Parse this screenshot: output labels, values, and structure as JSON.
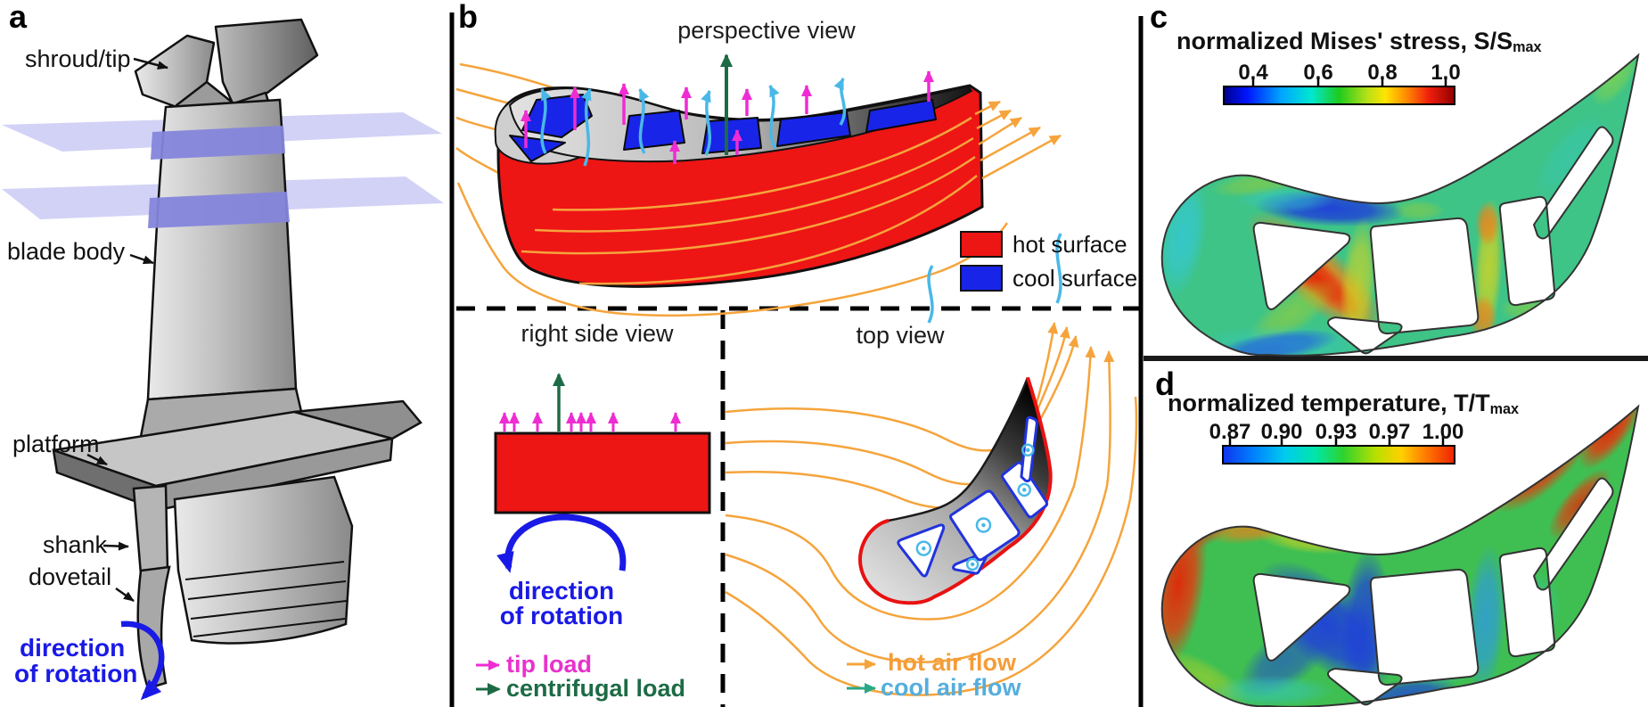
{
  "figure": {
    "panel_a": {
      "label": "a",
      "callout_shroud": "shroud/tip",
      "callout_blade_body": "blade body",
      "callout_platform": "platform",
      "callout_shank": "shank",
      "callout_dovetail": "dovetail",
      "rotation_line1": "direction",
      "rotation_line2": "of rotation"
    },
    "panel_b": {
      "label": "b",
      "view_perspective": "perspective view",
      "view_right_side": "right side view",
      "view_top": "top view",
      "legend_hot_surface": "hot surface",
      "legend_cool_surface": "cool surface",
      "rotation_line1": "direction",
      "rotation_line2": "of rotation",
      "legend_tip_load": "tip load",
      "legend_centrifugal_load": "centrifugal load",
      "legend_hot_air_flow": "hot air flow",
      "legend_cool_air_flow": "cool air flow"
    },
    "panel_c": {
      "label": "c",
      "title": "normalized Mises' stress, S/S",
      "title_sub": "max",
      "ticks": [
        "0.4",
        "0.6",
        "0.8",
        "1.0"
      ]
    },
    "panel_d": {
      "label": "d",
      "title": "normalized temperature, T/T",
      "title_sub": "max",
      "ticks": [
        "0.87",
        "0.90",
        "0.93",
        "0.97",
        "1.00"
      ]
    }
  },
  "colors": {
    "hot_surface": "#ee1515",
    "cool_surface": "#1825e8",
    "tip_load": "#ee2cd2",
    "centrifugal_load": "#1d6b45",
    "hot_air_flow": "#f5a43c",
    "cool_air_flow_text": "#55aede",
    "cool_air_flow_arrow": "#2aa886",
    "rotation_blue": "#1a1ae6",
    "cut_plane": "#b6b6f1"
  },
  "chart_data": [
    {
      "type": "heatmap",
      "title": "normalized Mises' stress, S/S_max",
      "colorbar_ticks": [
        0.4,
        0.6,
        0.8,
        1.0
      ],
      "range_shown": [
        0.3,
        1.0
      ],
      "colormap": "jet",
      "legend_position": "top",
      "high_region": "diagonal internal rib near leading-edge cavities, approx 0.9-1.0",
      "low_region": "suction-side wall dip and lower wall, approx 0.35-0.45"
    },
    {
      "type": "heatmap",
      "title": "normalized temperature, T/T_max",
      "colorbar_ticks": [
        0.87,
        0.9,
        0.93,
        0.97,
        1.0
      ],
      "range_shown": [
        0.87,
        1.0
      ],
      "colormap": "jet",
      "legend_position": "top",
      "high_region": "leading-edge outer rim and trailing edge, approx 1.00",
      "low_region": "internal ribs between cooling channels, approx 0.87"
    }
  ]
}
